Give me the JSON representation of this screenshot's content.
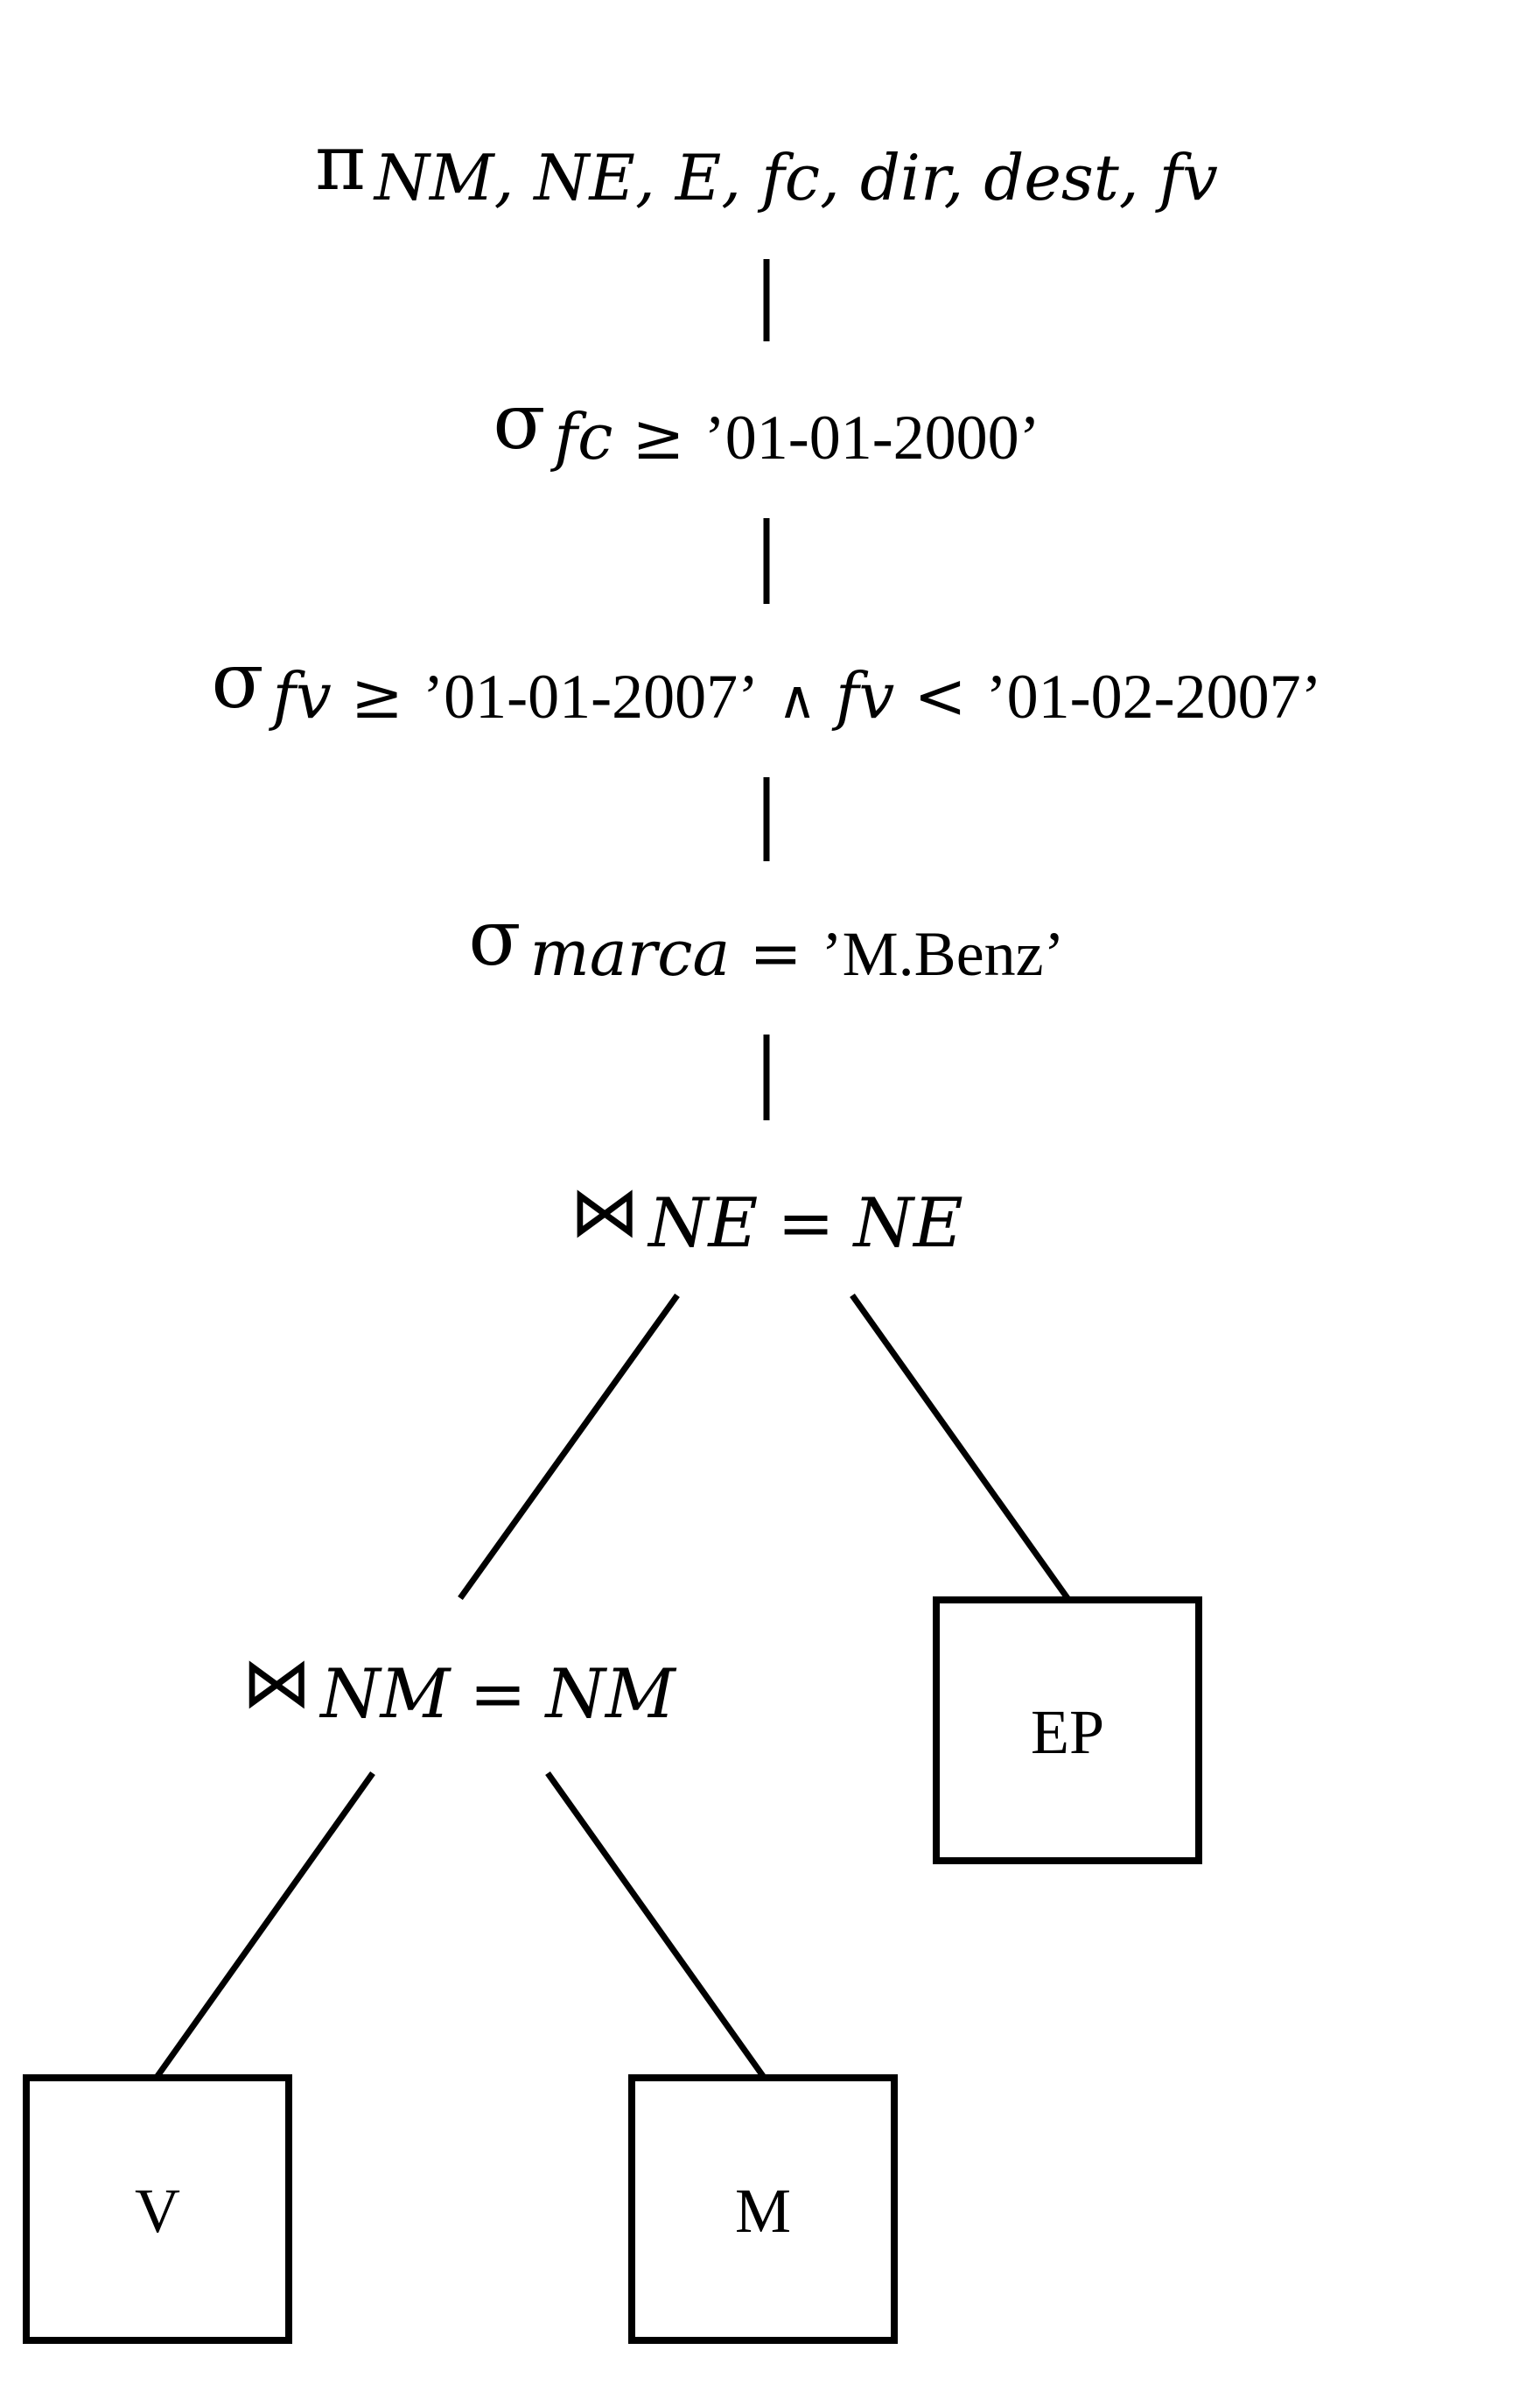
{
  "nodes": {
    "projection": {
      "operator": "π",
      "subscript": "NM, NE, E, fc, dir, dest, fv"
    },
    "selection_fc": {
      "operator": "σ",
      "attribute": "fc",
      "comparator": "≥",
      "value": "’01-01-2000’"
    },
    "selection_fv": {
      "operator": "σ",
      "attribute": "fv",
      "comparator_1": "≥",
      "value_1": "’01-01-2007’",
      "conjunction": "∧",
      "attribute_2": "fv",
      "comparator_2": "<",
      "value_2": "’01-02-2007’"
    },
    "selection_marca": {
      "operator": "σ",
      "attribute": "marca",
      "comparator": "=",
      "value": "’M.Benz’"
    },
    "join_ne": {
      "operator": "⋈",
      "left": "NE",
      "comparator": "=",
      "right": "NE"
    },
    "join_nm": {
      "operator": "⋈",
      "left": "NM",
      "comparator": "=",
      "right": "NM"
    }
  },
  "relations": {
    "ep": "EP",
    "v": "V",
    "m": "M"
  }
}
